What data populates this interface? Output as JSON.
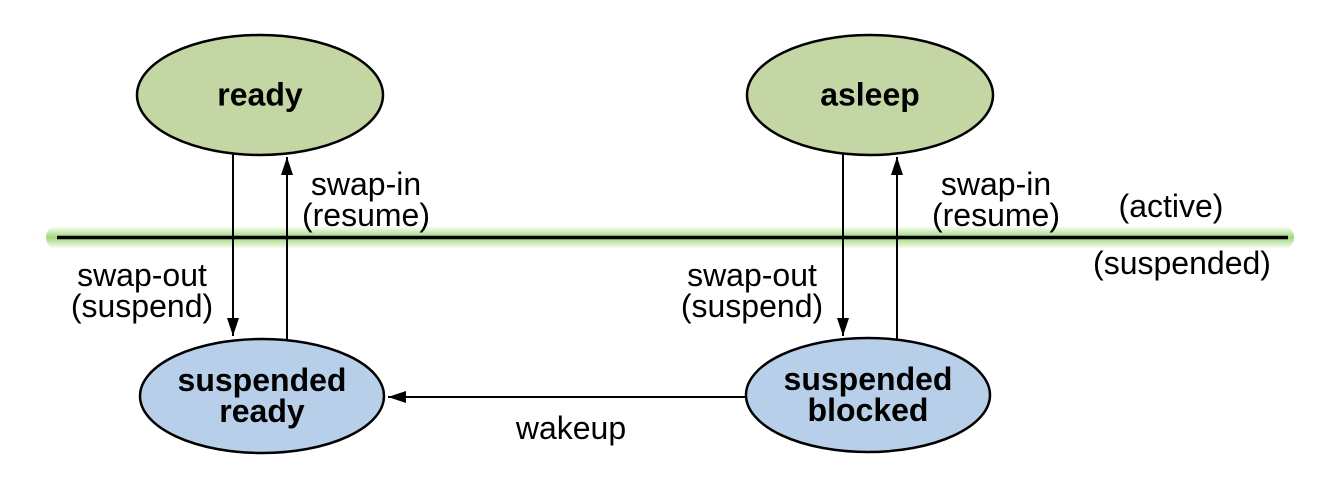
{
  "states": {
    "ready": {
      "label": "ready"
    },
    "asleep": {
      "label": "asleep"
    },
    "suspended_ready": {
      "line1": "suspended",
      "line2": "ready"
    },
    "suspended_blocked": {
      "line1": "suspended",
      "line2": "blocked"
    }
  },
  "transitions": {
    "swap_in": {
      "line1": "swap-in",
      "line2": "(resume)"
    },
    "swap_out": {
      "line1": "swap-out",
      "line2": "(suspend)"
    },
    "wakeup": {
      "label": "wakeup"
    }
  },
  "divider": {
    "active": "(active)",
    "suspended": "(suspended)"
  },
  "colors": {
    "active-fill": "#c4d6a3",
    "suspended-fill": "#b7cfe9",
    "glow-green": "#9fd878",
    "stroke": "#000000"
  }
}
